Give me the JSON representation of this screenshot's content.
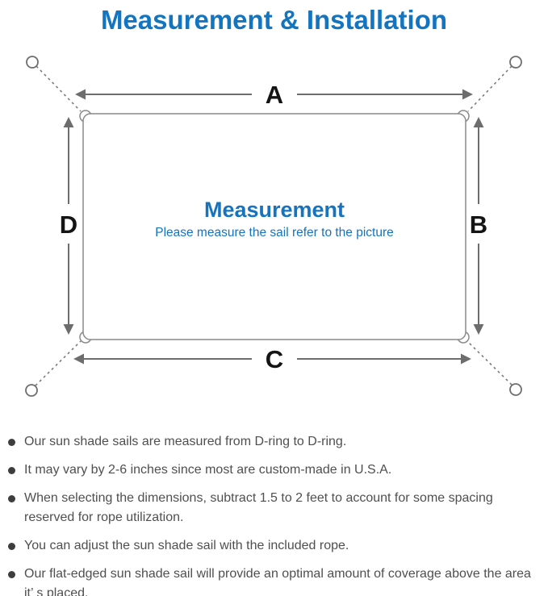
{
  "title": "Measurement & Installation",
  "colors": {
    "accent_blue": "#1375c0",
    "diagram_line_gray": "#7a7a7a",
    "body_text_gray": "#4f4f4f"
  },
  "diagram": {
    "dim_top": "A",
    "dim_right": "B",
    "dim_bottom": "C",
    "dim_left": "D",
    "center_title": "Measurement",
    "center_subtitle": "Please measure the sail refer to the picture"
  },
  "bullets": [
    "Our sun shade sails are measured from D-ring to D-ring.",
    "It may vary by 2-6 inches since most are custom-made in U.S.A.",
    "When selecting the dimensions, subtract 1.5 to 2 feet to account for some spacing reserved for rope utilization.",
    "You can adjust the sun shade sail with the included rope.",
    "Our flat-edged sun shade sail will provide an optimal amount of coverage above the area it’ s placed."
  ]
}
